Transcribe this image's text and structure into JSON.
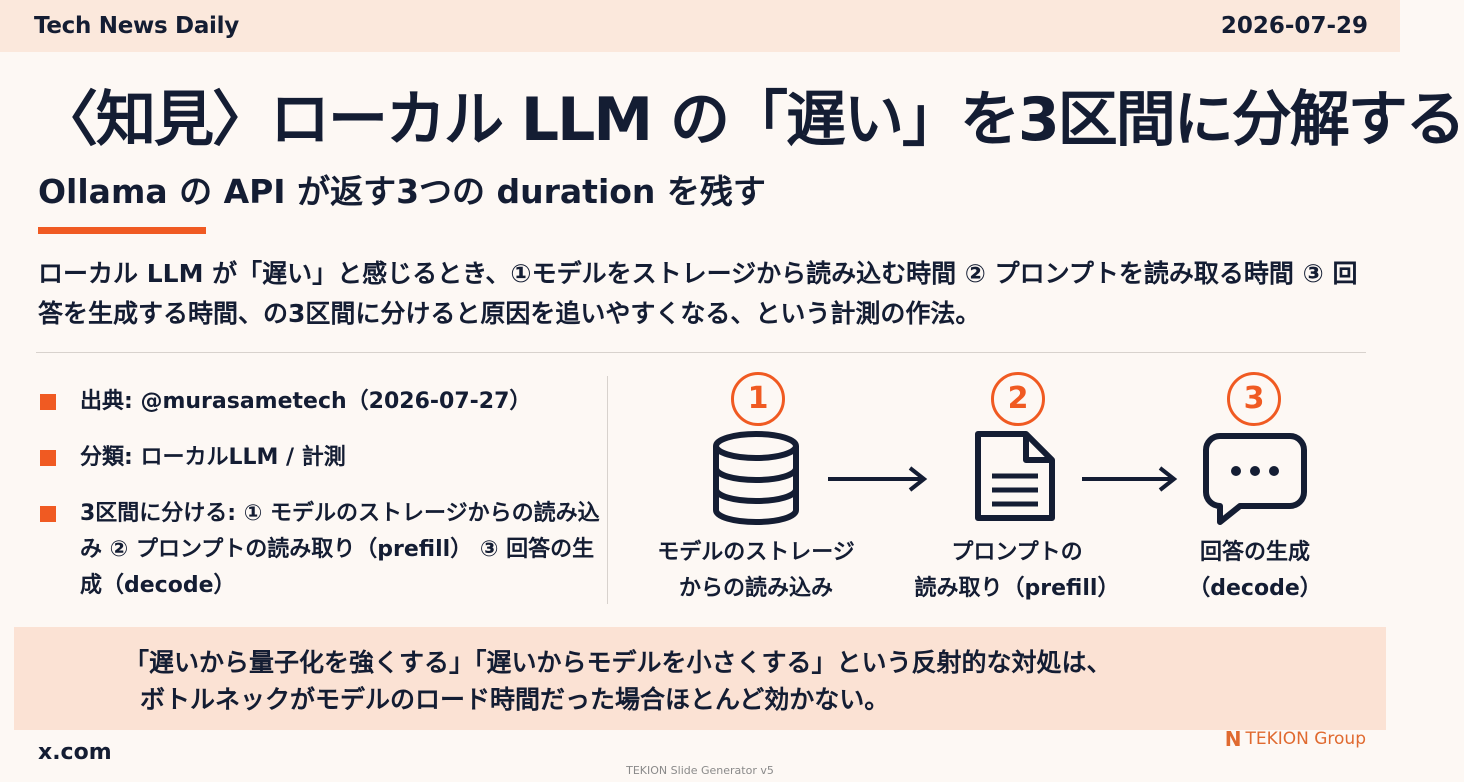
{
  "header": {
    "brand": "Tech News Daily",
    "date": "2026-07-29"
  },
  "title": "〈知見〉ローカル LLM の「遅い」を3区間に分解する",
  "subtitle": "Ollama の API が返す3つの duration を残す",
  "lead": "ローカル LLM が「遅い」と感じるとき、①モデルをストレージから読み込む時間 ② プロンプトを読み取る時間 ③ 回答を生成する時間、の3区間に分けると原因を追いやすくなる、という計測の作法。",
  "bullets": [
    {
      "text": "出典: @murasametech（2026-07-27）"
    },
    {
      "text": "分類: ローカルLLM / 計測"
    },
    {
      "text": "3区間に分ける: ① モデルのストレージからの読み込み ② プロンプトの読み取り（prefill） ③ 回答の生成（decode）"
    }
  ],
  "steps": [
    {
      "num": "1",
      "icon": "database-icon",
      "label_line1": "モデルのストレージ",
      "label_line2": "からの読み込み"
    },
    {
      "num": "2",
      "icon": "document-icon",
      "label_line1": "プロンプトの",
      "label_line2": "読み取り（prefill）"
    },
    {
      "num": "3",
      "icon": "chat-bubble-icon",
      "label_line1": "回答の生成",
      "label_line2": "（decode）"
    }
  ],
  "callout": {
    "line1": "「遅いから量子化を強くする」「遅いからモデルを小さくする」という反射的な対処は、",
    "line2": "ボトルネックがモデルのロード時間だった場合ほとんど効かない。"
  },
  "source": "x.com",
  "logo": {
    "mark": "N",
    "text": "TEKION Group"
  },
  "footer": "TEKION Slide Generator v5",
  "colors": {
    "accent": "#f05a22",
    "text": "#141d33",
    "header_bg": "#fbe8dc",
    "callout_bg": "#fbe2d4"
  }
}
